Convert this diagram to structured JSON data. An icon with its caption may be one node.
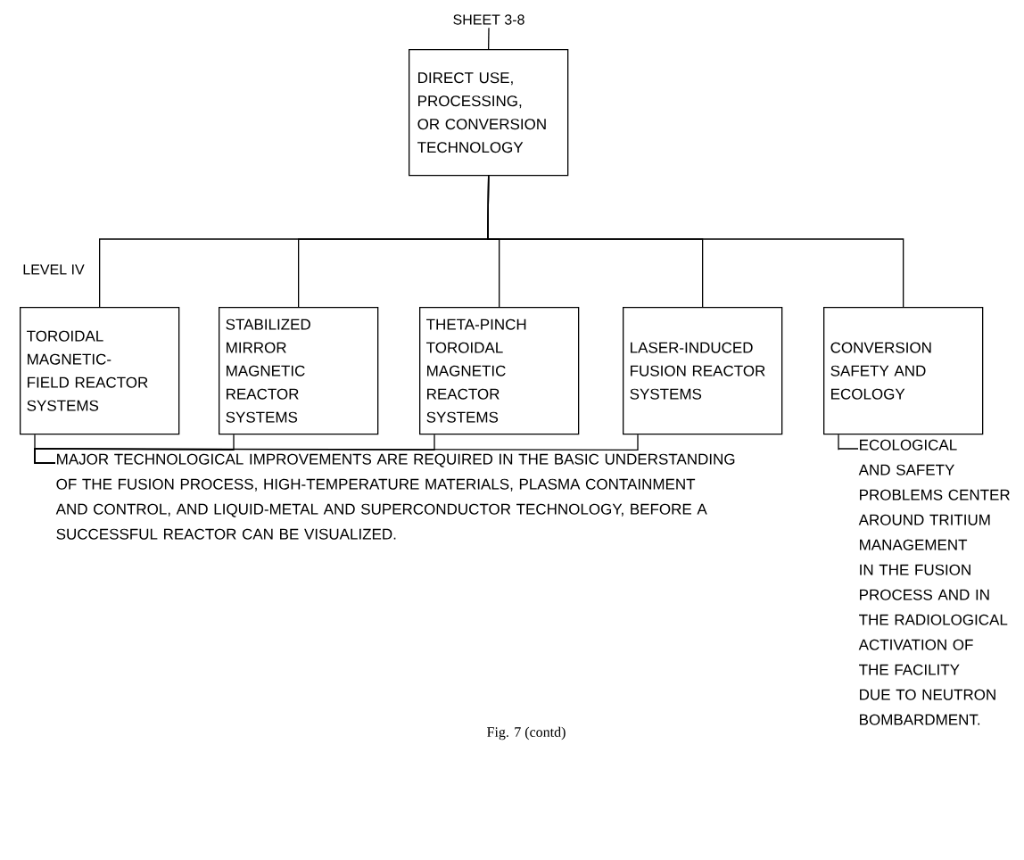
{
  "diagram": {
    "caption": "Fig. 7 (contd)",
    "nodes": [
      {
        "text": [
          "SHEET 3-8"
        ]
      },
      {
        "text": [
          "DIRECT USE, PROCESSING, OR CONVERSION TECHNOLOGY"
        ]
      },
      {
        "text": [
          "TOROIDAL MAGNETIC-FIELD REACTOR SYSTEMS"
        ]
      },
      {
        "text": [
          "STABILIZED MIRROR MAGNETIC REACTOR SYSTEMS"
        ]
      },
      {
        "text": [
          "THETA-PINCH TOROIDAL MAGNETIC REACTOR SYSTEMS"
        ]
      },
      {
        "text": [
          "LASER-INDUCED FUSION REACTOR SYSTEMS"
        ]
      },
      {
        "text": [
          "CONVERSION SAFETY AND ECOLOGY"
        ]
      },
      {
        "text": [
          "MAJOR TECHNOLOGICAL IMPROVEMENTS ARE REQUIRED IN THE BASIC UNDERSTANDING OF THE FUSION PROCESS, HIGH-TEMPERATURE MATERIALS, PLASMA CONTAINMENT AND CONTROL, AND LIQUID-METAL AND SUPERCONDUCTOR TECHNOLOGY, BEFORE A SUCCESSFUL REACTOR CAN BE VISUALIZED."
        ]
      },
      {
        "text": [
          "ECOLOGICAL AND SAFETY PROBLEMS CENTER AROUND TRITIUM MANAGEMENT IN THE FUSION PROCESS AND IN THE RADIOLOGICAL ACTIVATION OF THE FACILITY DUE TO NEUTRON BOMBARDMENT."
        ]
      }
    ],
    "edges": [
      {
        "from": 0,
        "to": 1,
        "arrow": "none"
      },
      {
        "from": 1,
        "to": 2,
        "arrow": "none"
      },
      {
        "from": 1,
        "to": 3,
        "arrow": "none"
      },
      {
        "from": 1,
        "to": 4,
        "arrow": "none"
      },
      {
        "from": 1,
        "to": 5,
        "arrow": "none"
      },
      {
        "from": 1,
        "to": 6,
        "arrow": "none"
      },
      {
        "from": 2,
        "to": 7,
        "arrow": "none"
      },
      {
        "from": 3,
        "to": 7,
        "arrow": "none"
      },
      {
        "from": 4,
        "to": 7,
        "arrow": "none"
      },
      {
        "from": 5,
        "to": 7,
        "arrow": "none"
      },
      {
        "from": 6,
        "to": 8,
        "arrow": "none"
      }
    ],
    "labels": [
      "LEVEL IV"
    ]
  }
}
